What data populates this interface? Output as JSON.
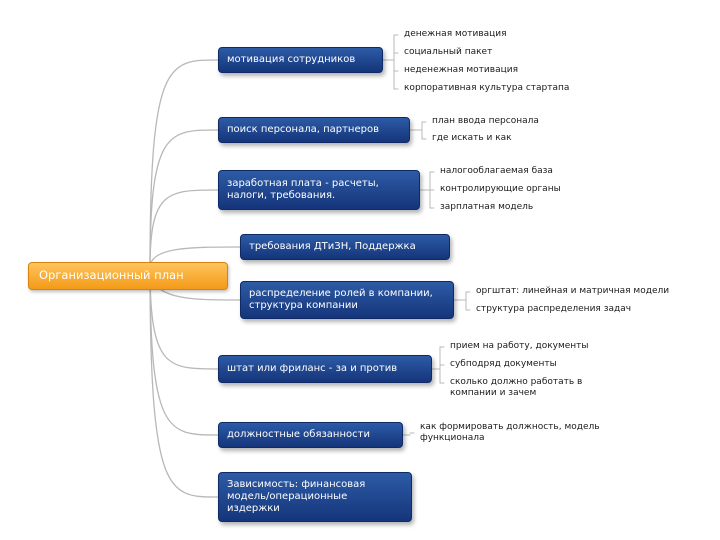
{
  "root": {
    "label": "Организационный план"
  },
  "branches": [
    {
      "label": "мотивация сотрудников",
      "leaves": [
        "денежная мотивация",
        "социальный пакет",
        "неденежная мотивация",
        "корпоративная культура стартапа"
      ]
    },
    {
      "label": "поиск персонала, партнеров",
      "leaves": [
        "план ввода персонала",
        "где искать и как"
      ]
    },
    {
      "label": "заработная плата - расчеты, налоги, требования.",
      "leaves": [
        "налогооблагаемая база",
        "контролирующие органы",
        "зарплатная модель"
      ]
    },
    {
      "label": "требования ДТиЗН, Поддержка",
      "leaves": []
    },
    {
      "label": "распределение ролей в компании, структура компании",
      "leaves": [
        "оргштат: линейная и матричная модели",
        "структура распределения задач"
      ]
    },
    {
      "label": "штат или фриланс - за и против",
      "leaves": [
        "прием на работу, документы",
        "субподряд документы",
        "сколько должно работать в компании и зачем"
      ]
    },
    {
      "label": "должностные обязанности",
      "leaves": [
        "как формировать должность, модель функционала"
      ]
    },
    {
      "label": "Зависимость: финансовая модель/операционные издержки",
      "leaves": []
    }
  ],
  "colors": {
    "root": "#f39a18",
    "branch": "#1c3f86",
    "connector": "#b8b8b8"
  }
}
